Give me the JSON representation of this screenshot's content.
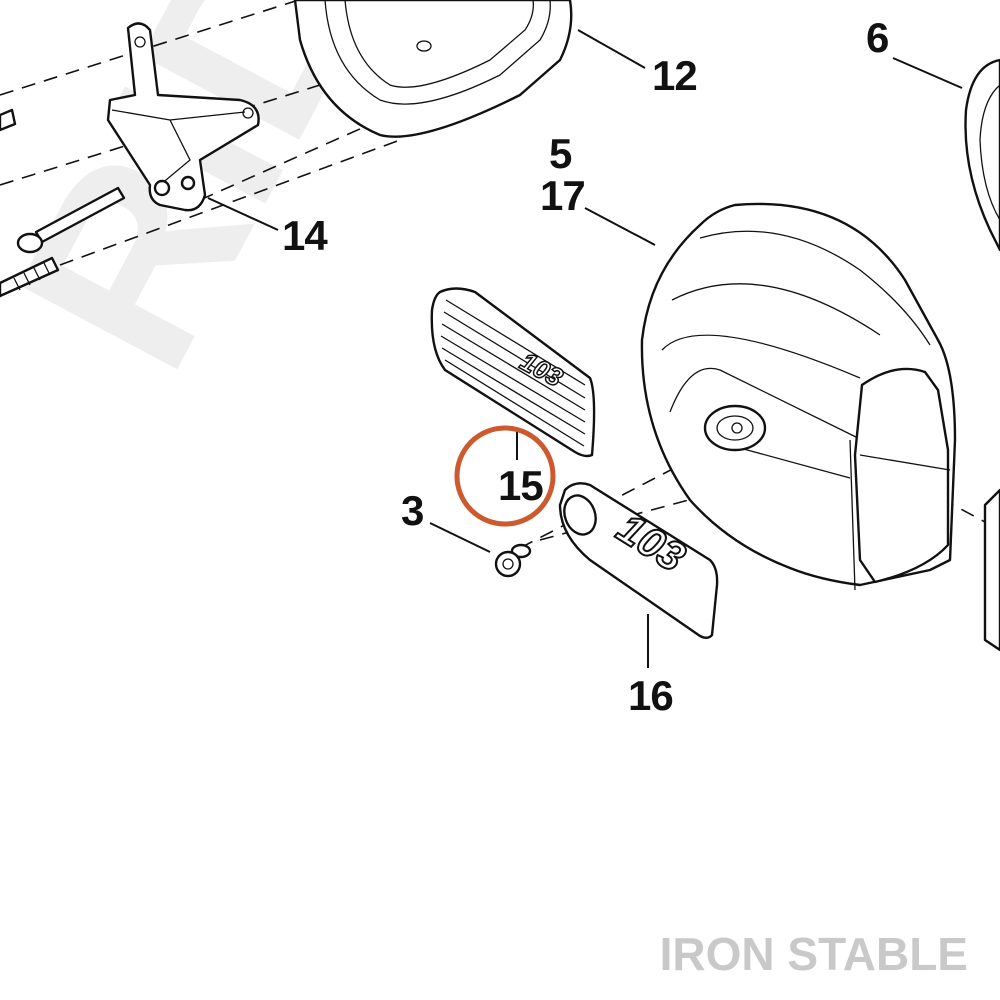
{
  "callouts": {
    "c3": "3",
    "c5": "5",
    "c6": "6",
    "c12": "12",
    "c14": "14",
    "c15": "15",
    "c16": "16",
    "c17": "17"
  },
  "badge_text": "103",
  "watermark": {
    "logo": "IRON STABLE",
    "background": "RIDE"
  },
  "highlight": {
    "target": "15",
    "color": "#cc5a2e"
  }
}
